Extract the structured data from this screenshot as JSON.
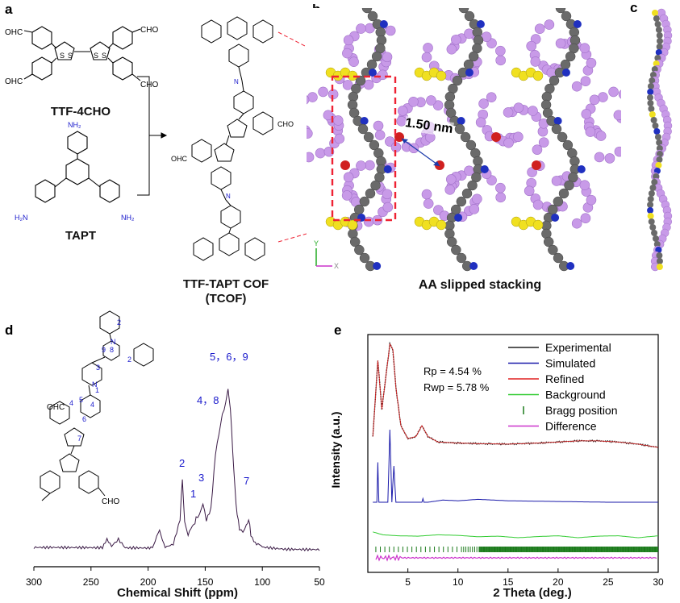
{
  "panels": {
    "a": {
      "letter": "a",
      "reactant1": "TTF-4CHO",
      "reactant2": "TAPT",
      "product_line1": "TTF-TAPT COF",
      "product_line2": "(TCOF)",
      "cho": "CHO",
      "ohc": "OHC",
      "nh2": "NH₂",
      "h2n": "H₂N"
    },
    "b": {
      "letter": "b",
      "pore_label": "1.50 nm",
      "caption": "AA slipped stacking",
      "axis_y": "Y",
      "axis_x": "X"
    },
    "c": {
      "letter": "c"
    },
    "d": {
      "letter": "d",
      "xlabel": "Chemical Shift (ppm)",
      "ohc": "OHC",
      "cho": "CHO",
      "peak_labels": [
        {
          "text": "5，6，9",
          "ppm": 130
        },
        {
          "text": "4，8",
          "ppm": 140
        },
        {
          "text": "2",
          "ppm": 170
        },
        {
          "text": "3",
          "ppm": 152
        },
        {
          "text": "1",
          "ppm": 158
        },
        {
          "text": "7",
          "ppm": 112
        }
      ]
    },
    "e": {
      "letter": "e",
      "xlabel": "2 Theta (deg.)",
      "ylabel": "Intensity (a.u.)",
      "rp": "Rp   = 4.54 %",
      "rwp": "Rwp = 5.78 %",
      "legend": [
        "Experimental",
        "Simulated",
        "Refined",
        "Background",
        "Bragg position",
        "Difference"
      ]
    }
  },
  "colors": {
    "experimental": "#222222",
    "simulated": "#1a1aaa",
    "refined": "#e02020",
    "background": "#33cc33",
    "bragg": "#1a7a1a",
    "difference": "#cc33cc",
    "nmr": "#3a1a45",
    "label_blue": "#1a1acc",
    "aldehyde_red": "#dd0000",
    "sulfur": "#f0e020",
    "carbon": "#6a6a6a",
    "nitrogen": "#2030c0",
    "oxygen": "#d02020",
    "cof_purple": "#c89ae8"
  },
  "chart_data": [
    {
      "type": "line",
      "panel": "d",
      "title": "",
      "xlabel": "Chemical Shift (ppm)",
      "ylabel": "",
      "xlim": [
        300,
        50
      ],
      "x_ticks": [
        300,
        250,
        200,
        150,
        100,
        50
      ],
      "x_tick_labels": [
        "300",
        "250",
        "200",
        "150",
        "100",
        "50"
      ],
      "series": [
        {
          "x": [
            300,
            260,
            240,
            236,
            232,
            226,
            220,
            200,
            195,
            190,
            185,
            178,
            172,
            170,
            168,
            165,
            160,
            158,
            155,
            152,
            149,
            145,
            141,
            138,
            135,
            132,
            130,
            128,
            126,
            124,
            122,
            120,
            117,
            114,
            112,
            110,
            105,
            100,
            80,
            60,
            50
          ],
          "y": [
            0.05,
            0.05,
            0.05,
            0.1,
            0.07,
            0.1,
            0.05,
            0.05,
            0.07,
            0.14,
            0.06,
            0.07,
            0.2,
            0.4,
            0.18,
            0.12,
            0.17,
            0.2,
            0.22,
            0.28,
            0.2,
            0.25,
            0.52,
            0.62,
            0.72,
            0.78,
            0.85,
            0.75,
            0.55,
            0.35,
            0.22,
            0.15,
            0.13,
            0.16,
            0.2,
            0.12,
            0.07,
            0.06,
            0.05,
            0.05,
            0.05
          ]
        }
      ]
    },
    {
      "type": "line",
      "panel": "e",
      "title": "",
      "xlabel": "2 Theta (deg.)",
      "ylabel": "Intensity (a.u.)",
      "xlim": [
        1,
        30
      ],
      "x_ticks": [
        5,
        10,
        15,
        20,
        25,
        30
      ],
      "x_tick_labels": [
        "5",
        "10",
        "15",
        "20",
        "25",
        "30"
      ],
      "series": [
        {
          "name": "Experimental",
          "x": [
            1.5,
            2.0,
            2.4,
            2.8,
            3.2,
            3.5,
            3.8,
            4.3,
            5.0,
            5.8,
            6.4,
            7.0,
            8.0,
            10,
            12,
            15,
            18,
            20,
            22,
            24,
            26,
            28,
            30
          ],
          "y": [
            0.1,
            0.8,
            0.35,
            0.65,
            0.95,
            0.9,
            0.55,
            0.2,
            0.08,
            0.1,
            0.2,
            0.1,
            0.05,
            0.04,
            0.035,
            0.03,
            0.04,
            0.05,
            0.06,
            0.06,
            0.05,
            0.03,
            0.0
          ]
        },
        {
          "name": "Simulated",
          "x": [
            1.5,
            1.9,
            2.0,
            2.1,
            2.5,
            3.0,
            3.2,
            3.4,
            3.6,
            3.8,
            4.0,
            4.5,
            5.0,
            6.4,
            6.5,
            6.6,
            7.0,
            8.5,
            10,
            12,
            15,
            20,
            25,
            30
          ],
          "y": [
            0,
            0,
            0.55,
            0,
            0,
            0,
            1.0,
            0,
            0.5,
            0,
            0,
            0,
            0,
            0,
            0.05,
            0,
            0,
            0.03,
            0.02,
            0.04,
            0.02,
            0.01,
            0,
            0
          ]
        },
        {
          "name": "Background",
          "x": [
            1.5,
            2.5,
            4,
            6,
            8,
            10,
            12,
            14,
            16,
            18,
            20,
            22,
            24,
            26,
            28,
            29,
            30
          ],
          "y": [
            0.3,
            0.15,
            0.1,
            0.08,
            0.15,
            0.12,
            0.05,
            0.08,
            0.0,
            0.06,
            0.1,
            0.0,
            0.08,
            0.1,
            0.0,
            0.05,
            0.1
          ]
        }
      ],
      "bragg_positions_start": 1.8,
      "bragg_positions_end": 30,
      "rp": "4.54 %",
      "rwp": "5.78 %"
    }
  ]
}
